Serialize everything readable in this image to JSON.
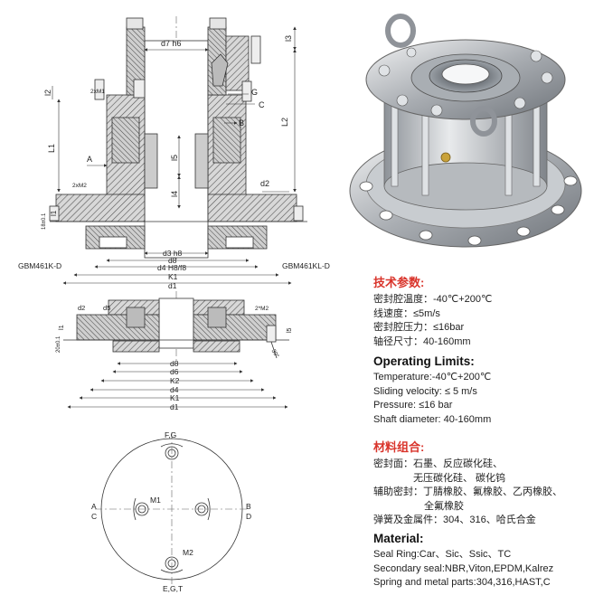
{
  "labels": {
    "d7h6": "d7 h6",
    "l3": "l3",
    "l2top": "l2",
    "twoM1": "2xM1",
    "g": "G",
    "c": "C",
    "b": "B",
    "L2": "L2",
    "L1": "L1",
    "A": "A",
    "l5": "l5",
    "l4": "l4",
    "twoM2": "2xM2",
    "d2top": "d2",
    "h3": "18±0.1",
    "l1": "l1",
    "d3": "d3 h8",
    "d8": "d8",
    "d4": "d4 H8/f8",
    "K1": "K1",
    "d1": "d1",
    "model_left": "GBM461K-D",
    "model_right": "GBM461KL-D"
  },
  "labels2": {
    "d2": "d2",
    "d5": "d5",
    "twoM2": "2*M2",
    "l1": "l1",
    "h": "20±0.1",
    "l5": "l5",
    "ang": "30°",
    "d8": "d8",
    "d6": "d6",
    "K2": "K2",
    "d4": "d4",
    "K1": "K1",
    "d1": "d1"
  },
  "face": {
    "top": "F,G",
    "left1": "A",
    "left2": "C",
    "right1": "B",
    "right2": "D",
    "bottom": "E,G,T",
    "m1": "M1",
    "m2": "M2"
  },
  "tech_cn": {
    "title": "技术参数:",
    "lines": [
      "密封腔温度：-40℃+200℃",
      "线速度：≤5m/s",
      "密封腔压力：≤16bar",
      "轴径尺寸：40-160mm"
    ]
  },
  "tech_en": {
    "title": "Operating Limits:",
    "lines": [
      "Temperature:-40℃+200℃",
      "Sliding velocity: ≤ 5 m/s",
      "Pressure: ≤16 bar",
      "Shaft diameter: 40-160mm"
    ]
  },
  "mat_cn": {
    "title": "材料组合:",
    "l1": "密封面：石墨、反应碳化硅、",
    "l2": "无压碳化硅、 碳化钨",
    "l3": "辅助密封：丁腈橡胶、氟橡胶、乙丙橡胶、",
    "l4": "全氟橡胶",
    "l5": "弹簧及金属件：304、316、哈氏合金"
  },
  "mat_en": {
    "title": "Material:",
    "lines": [
      "Seal Ring:Car、Sic、Ssic、TC",
      "Secondary seal:NBR,Viton,EPDM,Kalrez",
      "Spring and metal parts:304,316,HAST,C"
    ]
  },
  "colors": {
    "accent_red": "#d9342b",
    "line": "#444444",
    "hatch": "#777777"
  }
}
